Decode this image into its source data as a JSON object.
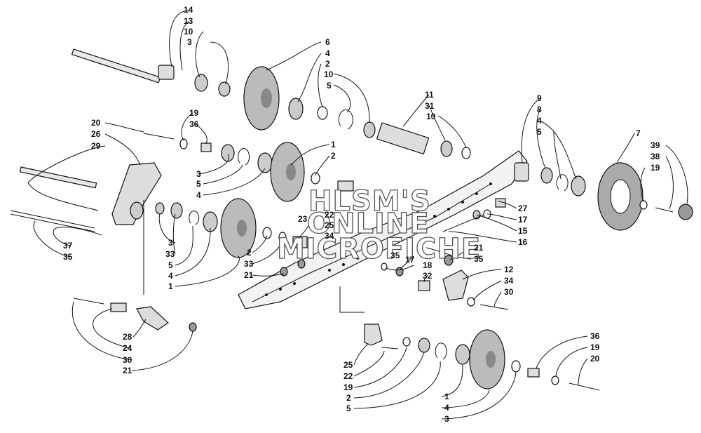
{
  "diagram": {
    "watermark": [
      "HLSM'S",
      "ONLINE",
      "MICROFICHE"
    ],
    "callouts": [
      "14",
      "13",
      "10",
      "3",
      "6",
      "4",
      "2",
      "10",
      "5",
      "11",
      "31",
      "10",
      "9",
      "8",
      "4",
      "5",
      "7",
      "39",
      "38",
      "19",
      "20",
      "26",
      "29",
      "19",
      "36",
      "3",
      "5",
      "4",
      "1",
      "2",
      "27",
      "17",
      "15",
      "16",
      "23",
      "22",
      "25",
      "34",
      "37",
      "35",
      "3",
      "33",
      "5",
      "4",
      "1",
      "2",
      "33",
      "21",
      "35",
      "17",
      "21",
      "35",
      "18",
      "32",
      "12",
      "34",
      "30",
      "28",
      "24",
      "30",
      "21",
      "25",
      "22",
      "19",
      "2",
      "5",
      "1",
      "4",
      "3",
      "36",
      "19",
      "20"
    ]
  }
}
